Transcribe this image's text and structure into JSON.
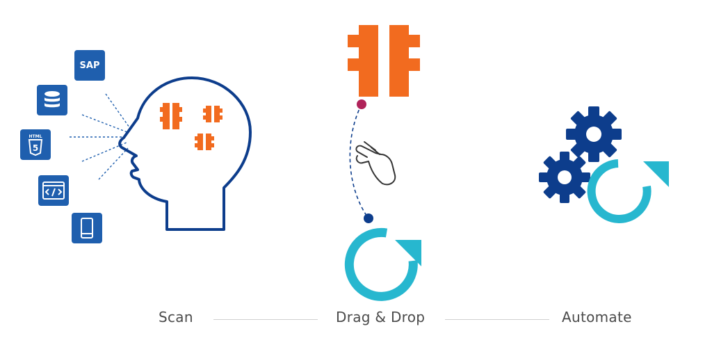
{
  "steps": [
    {
      "label": "Scan"
    },
    {
      "label": "Drag & Drop"
    },
    {
      "label": "Automate"
    }
  ],
  "app_tiles": {
    "sap": {
      "text": "SAP"
    },
    "html": {
      "text": "HTML"
    }
  },
  "colors": {
    "brand_blue": "#1f5fae",
    "dark_blue": "#0d3d8c",
    "orange": "#f26b1f",
    "cyan": "#27b7cf",
    "magenta": "#b0235a",
    "connector": "#cfcfcf",
    "label": "#4a4a4a"
  },
  "icons": [
    "sap-icon",
    "database-icon",
    "html5-icon",
    "code-window-icon",
    "mobile-icon",
    "head-icon",
    "process-block-icon",
    "hand-cursor-icon",
    "refresh-icon",
    "gear-icon"
  ]
}
